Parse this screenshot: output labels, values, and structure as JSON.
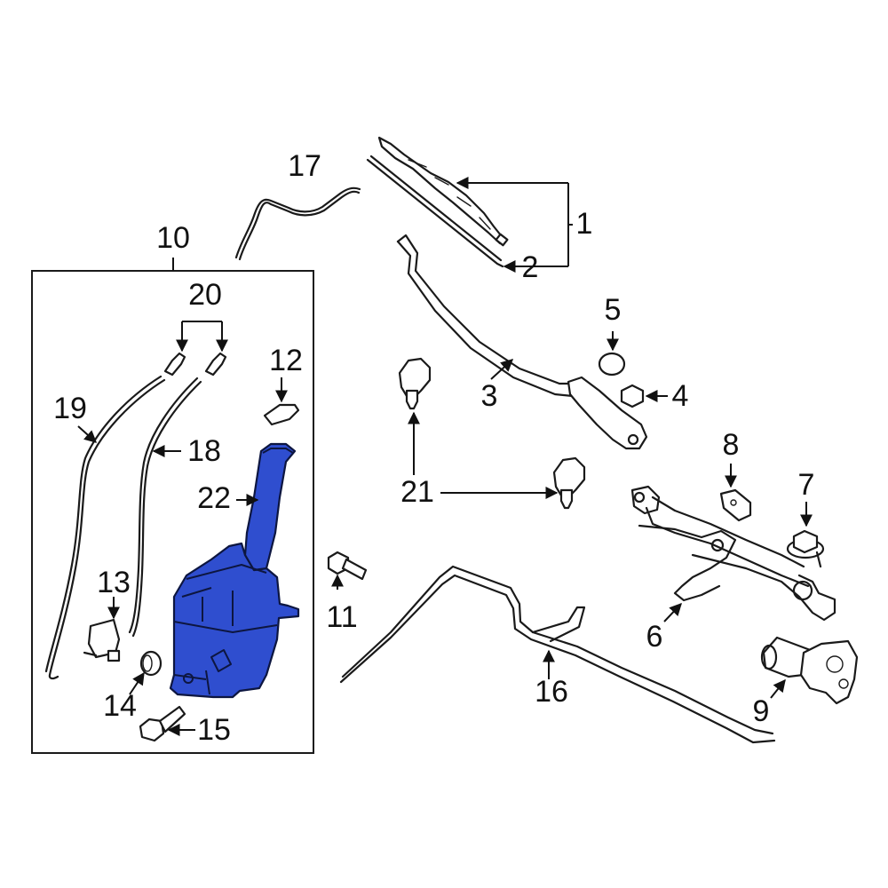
{
  "diagram": {
    "highlight_color": "#2f4ecf",
    "line_color": "#1a1a1a",
    "background": "#ffffff",
    "highlighted_part": "22"
  },
  "callouts": {
    "c1": "1",
    "c2": "2",
    "c3": "3",
    "c4": "4",
    "c5": "5",
    "c6": "6",
    "c7": "7",
    "c8": "8",
    "c9": "9",
    "c10": "10",
    "c11": "11",
    "c12": "12",
    "c13": "13",
    "c14": "14",
    "c15": "15",
    "c16": "16",
    "c17": "17",
    "c18": "18",
    "c19": "19",
    "c20": "20",
    "c21": "21",
    "c22": "22"
  }
}
